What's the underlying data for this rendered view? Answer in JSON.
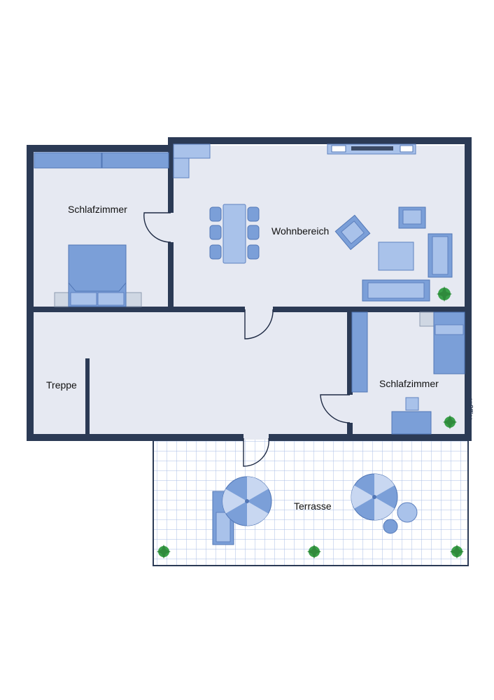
{
  "rooms": {
    "bedroom_left": "Schlafzimmer",
    "living": "Wohnbereich",
    "stairs": "Treppe",
    "bedroom_right": "Schlafzimmer",
    "terrace": "Terrasse"
  },
  "watermark": "onOffice",
  "colors": {
    "wall": "#2b3a55",
    "floor": "#e6e9f2",
    "terrace_grid": "#a9bde6",
    "furniture": "#7b9fd8",
    "furniture_light": "#a9c2ea",
    "plant": "#3aa04a"
  },
  "icons": [
    "bed-icon",
    "sofa-icon",
    "dining-table-icon",
    "armchair-icon",
    "tv-icon",
    "plant-icon",
    "parasol-icon",
    "sun-lounger-icon",
    "desk-icon",
    "chair-icon"
  ]
}
